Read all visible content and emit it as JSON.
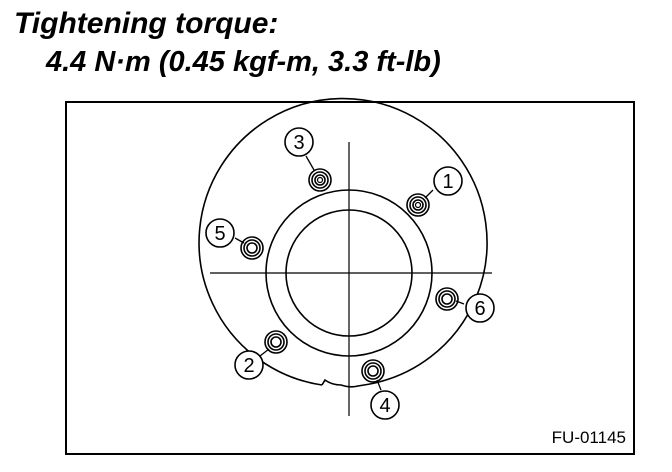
{
  "torque": {
    "heading": "Tightening torque:",
    "value": "4.4 N·m (0.45 kgf-m, 3.3 ft-lb)"
  },
  "figure": {
    "code": "FU-01145",
    "bolts": [
      {
        "number": "1"
      },
      {
        "number": "2"
      },
      {
        "number": "3"
      },
      {
        "number": "4"
      },
      {
        "number": "5"
      },
      {
        "number": "6"
      }
    ]
  }
}
